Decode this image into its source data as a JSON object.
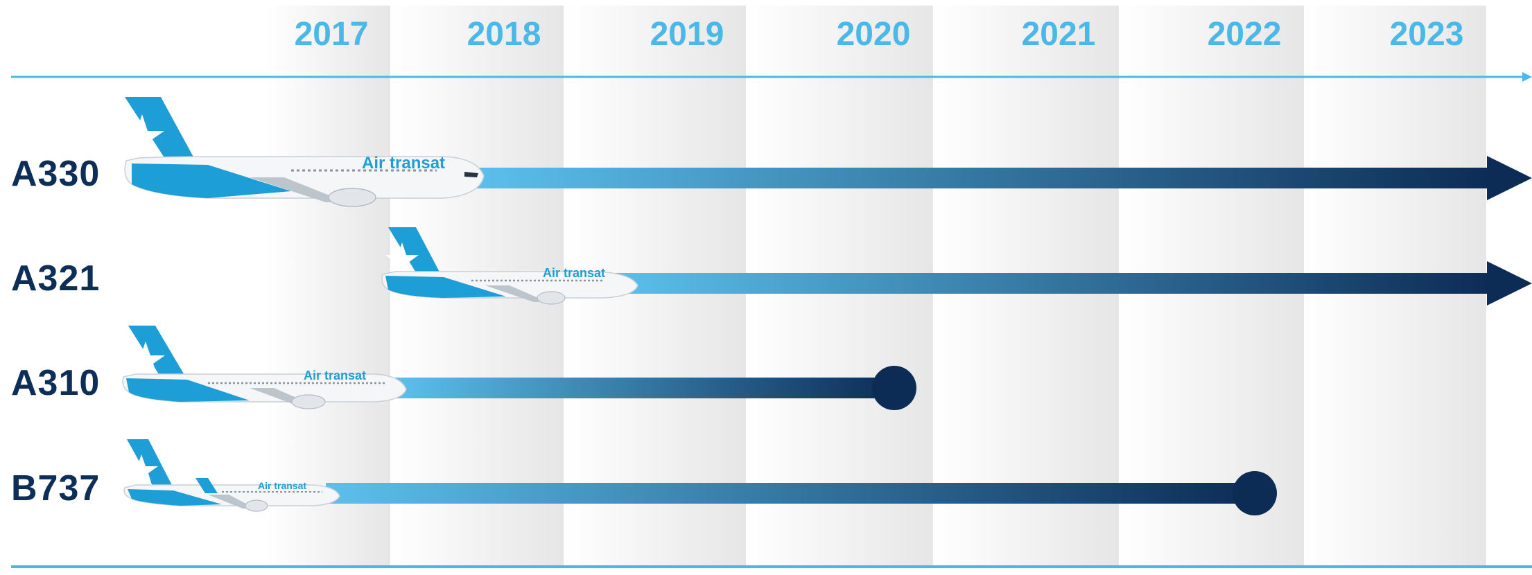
{
  "years": [
    "2017",
    "2018",
    "2019",
    "2020",
    "2021",
    "2022",
    "2023"
  ],
  "aircraft": [
    {
      "label": "A330",
      "status": "continues",
      "livery_text": "Air transat"
    },
    {
      "label": "A321",
      "status": "continues",
      "livery_text": "Air transat"
    },
    {
      "label": "A310",
      "status": "retired",
      "end_year": "2020",
      "livery_text": "Air transat"
    },
    {
      "label": "B737",
      "status": "retired",
      "end_year": "2022",
      "livery_text": "Air transat"
    }
  ],
  "colors": {
    "year_text": "#4BB8E8",
    "axis_line": "#4BB8E8",
    "aircraft_label": "#0D2E57",
    "bar_start": "#5CC0EC",
    "bar_end": "#0C2C56",
    "tail": "#1E9ED6"
  }
}
